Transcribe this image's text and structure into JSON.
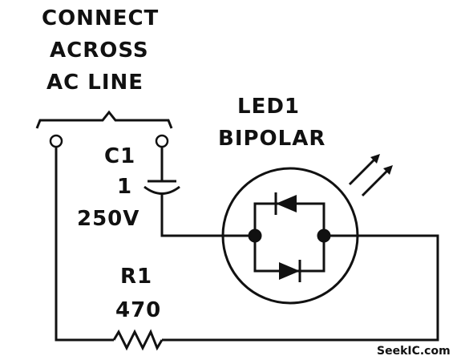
{
  "diagram": {
    "note_lines": [
      "CONNECT",
      "ACROSS",
      "AC LINE"
    ],
    "led": {
      "name": "LED1",
      "type": "BIPOLAR"
    },
    "capacitor": {
      "name": "C1",
      "value": "1",
      "voltage": "250V"
    },
    "resistor": {
      "name": "R1",
      "value": "470"
    },
    "watermark": "SeekIC.com"
  }
}
